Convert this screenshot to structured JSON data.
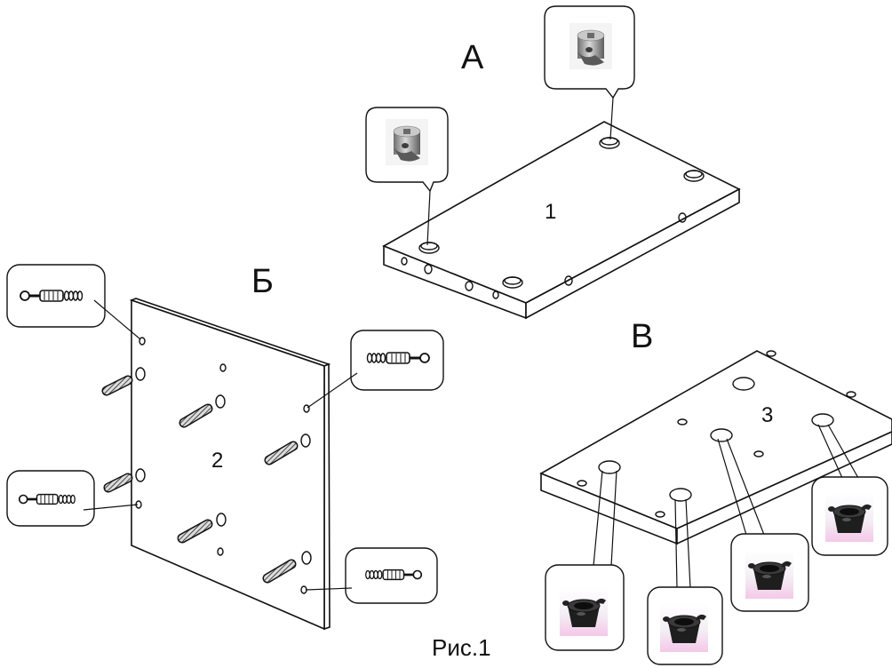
{
  "labels": {
    "section_a": "А",
    "section_b": "Б",
    "section_v": "В",
    "part_1": "1",
    "part_2": "2",
    "part_3": "3",
    "caption": "Рис.1"
  },
  "icons": {
    "cam_lock": "cam-lock-icon",
    "dowel_pin": "dowel-pin-icon",
    "furniture_foot": "furniture-foot-icon"
  }
}
